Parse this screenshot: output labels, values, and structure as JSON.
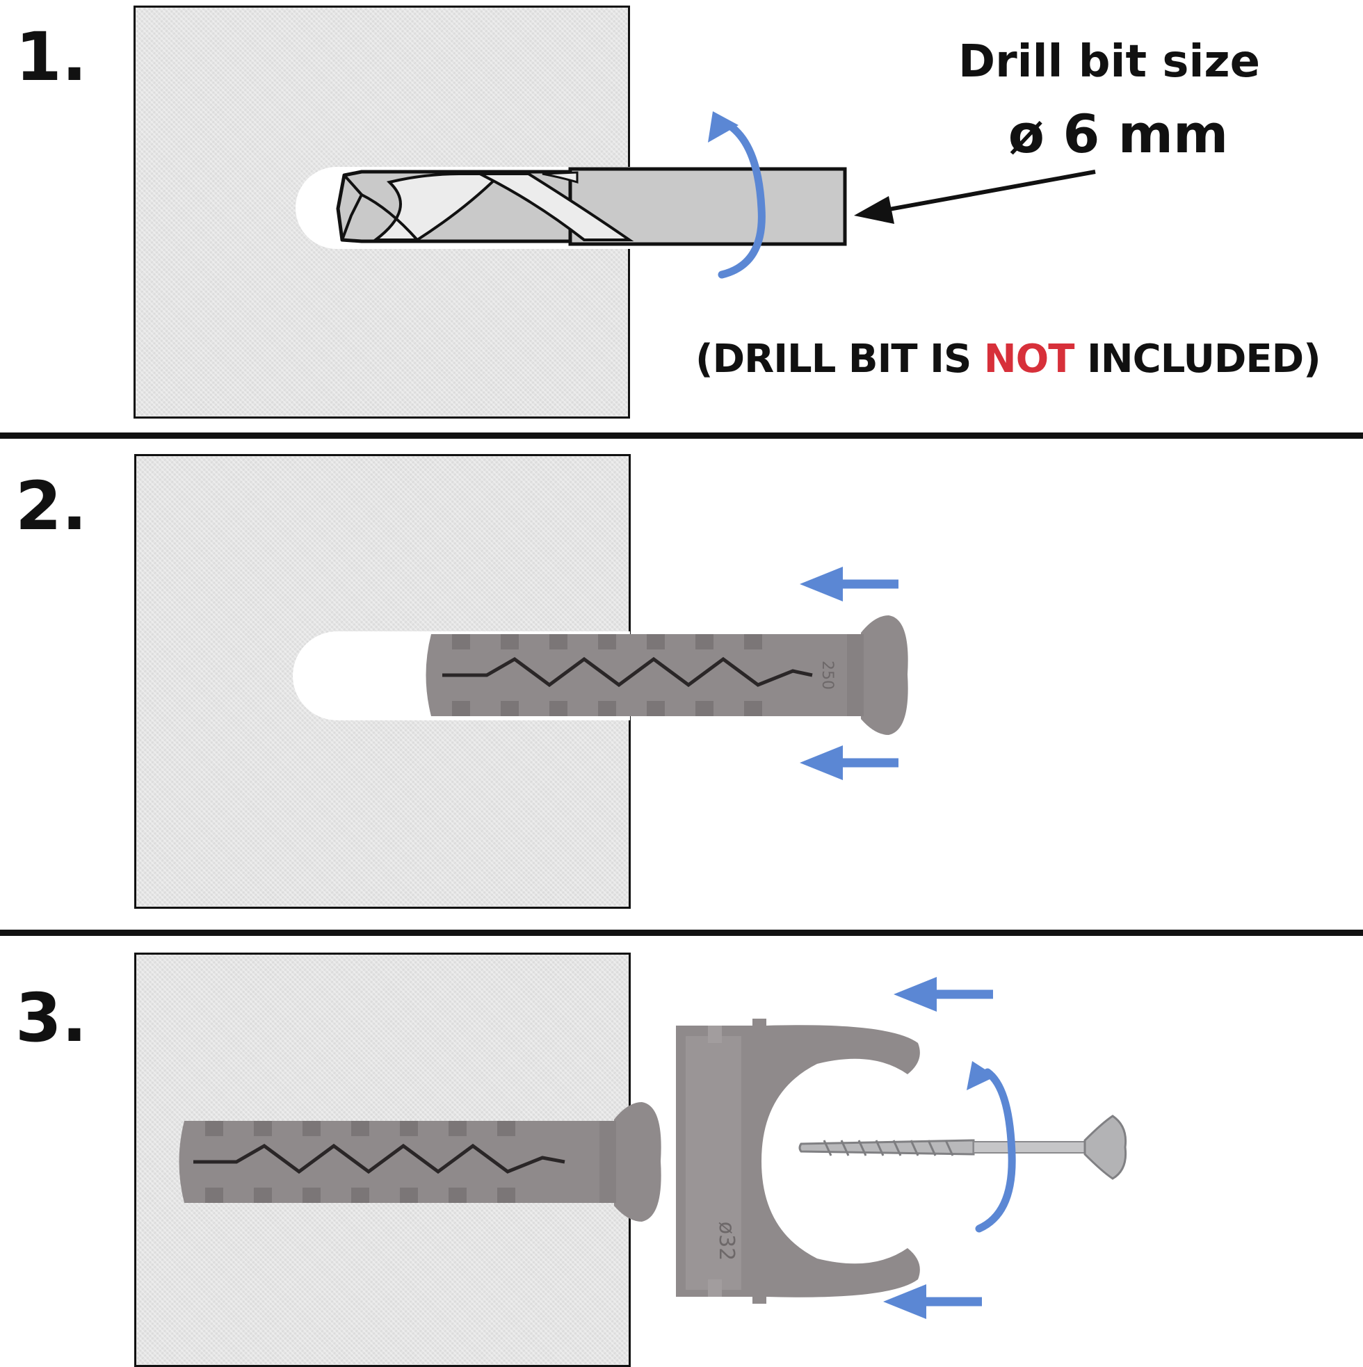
{
  "steps": [
    {
      "number": "1."
    },
    {
      "number": "2."
    },
    {
      "number": "3."
    }
  ],
  "drill_spec": {
    "title": "Drill bit size",
    "value": "ø 6 mm"
  },
  "notice": {
    "open": "(DRILL BIT IS ",
    "emphasis": "NOT",
    "close": " INCLUDED)"
  },
  "dowel_marking": "250",
  "clip_marking": "ø32",
  "colors": {
    "arrow_blue": "#5b87d4",
    "notice_red": "#d7303a",
    "wall_gray": "#e4e4e4",
    "plastic_gray": "#8f8a8b",
    "outline": "#111111"
  },
  "icons": [
    "rotation-arrow-icon",
    "push-arrow-icon",
    "pointer-arrow-icon"
  ]
}
